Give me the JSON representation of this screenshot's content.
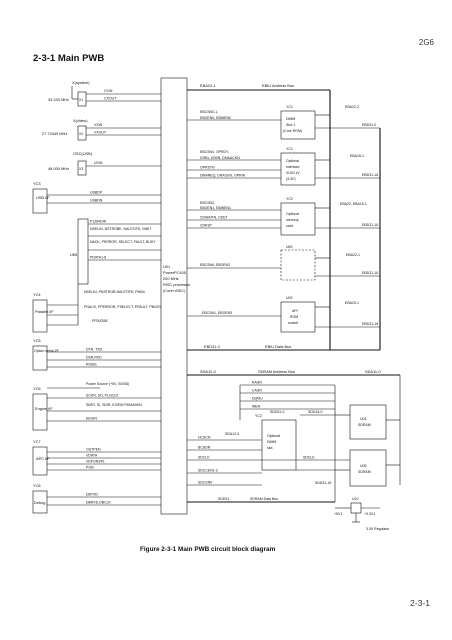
{
  "page": {
    "chapter_ref": "2G6",
    "section_title": "2-3-1 Main PWB",
    "caption": "Figure 2-3-1 Main PWB circuit block diagram",
    "page_number": "2-3-1"
  },
  "diagram": {
    "osc1": {
      "label": "X(system)",
      "freq": "33.333 MHz",
      "part": "X1",
      "pins": [
        "CXIN",
        "CXOUT"
      ]
    },
    "osc2": {
      "label": "X(video)",
      "freq": "27.74449 MHz",
      "part": "X2",
      "pins": [
        "VXIN",
        "VXOUT"
      ]
    },
    "osc3": {
      "label": "OSC(USB)",
      "freq": "48.000 MHz",
      "part": "X3",
      "pins": [
        "UXIN"
      ]
    },
    "usb": {
      "conn": "YC3",
      "label": "USB I/F",
      "sigs": [
        "USBDP",
        "USBDN"
      ]
    },
    "u65": {
      "name": "U65",
      "sigs": [
        "P1284DIR",
        "NSELIN, NSTROBE, NAUTOFD, NINIT",
        "NACK, PERROR, SELECT, FAULT, BUSY",
        "PDATA1-8"
      ]
    },
    "parallel": {
      "conn": "YC4",
      "label": "Parallel I/F",
      "sigs": [
        "NSELIN, PNSTROB NAUTOFD, PNINI",
        "PNACK, PPERROR, PSELECT, PFAULT, PBUSY",
        "PPDATA8"
      ]
    },
    "cpu": {
      "name": "U01",
      "lines": [
        "PowerPC405",
        "200 MHz",
        "RISC processor",
        "(Core+ASIC)"
      ]
    },
    "buses": {
      "ebadr": "EBA22-1",
      "ebiu_addr": "EBIU Address Bus",
      "eba_top": "EBA22-2",
      "ebd_top": "EBD31-0",
      "eba_mid": "EBA15-1",
      "ebd_mid": "EBD31-16",
      "eba_opt": "EBA22, EBA15-1",
      "ebd_opt": "EBD31-16",
      "eba_u63": "EBA22-1",
      "ebd_u63": "EBD31-16",
      "eba_rom": "EBA20-1",
      "ebd_rom": "EBD31-16",
      "ebd_bus": "EBD31-0",
      "ebiu_data": "EBIU Data Bus",
      "sda": "SDA12-0",
      "sdram_addr": "SDRAM Address Bus",
      "sda_r": "SDA11-0",
      "sdd_u04": "SDD15-0",
      "sdd_dimm": "SDD31-0",
      "sdd_u05": "SDD31-16",
      "sdd_cpu": "SDD31",
      "sdram_data": "SDRAM Data Bus",
      "sda12": "SDA12-0"
    },
    "yc1": {
      "name": "YC1",
      "lines": [
        "DIMM",
        "Slot-1",
        "(Core ROM)"
      ]
    },
    "yc1_sigs": [
      "EBCSN0-1,",
      "EBOEN0, EBWEN0"
    ],
    "opt_if": {
      "name": "YC1",
      "lines": [
        "Optional",
        "interface",
        "XUIO-LV",
        "(3.3V)"
      ]
    },
    "opt_if_sigs": [
      "EBCSN4, OPRDY,",
      "IORN, IOWN, DMAACKN",
      "OPRSTN",
      "DMAREQ, DRACKN, OPRIN"
    ],
    "yc2": {
      "name": "YC2",
      "lines": [
        "Optional",
        "memory",
        "card"
      ]
    },
    "yc2_sigs": [
      "EBCSN2,",
      "EBOEN1, EBWEN1",
      "CDWAITN, CDET",
      "CDRST"
    ],
    "u63": {
      "name": "U63"
    },
    "u63_sigs": [
      "EBCSN6, EBOEN2"
    ],
    "rom": {
      "name": "U03",
      "lines": [
        "API",
        "ROM",
        "socket"
      ]
    },
    "rom_sigs": [
      "EBCSN1, EBOEN3"
    ],
    "option_serial": {
      "conn": "YC5",
      "label": "Option serial I/F",
      "sigs": [
        "DTR, TXD",
        "DSR,RXD",
        "RSSEL"
      ]
    },
    "engine": {
      "conn": "YC6",
      "label": "Engine I/F",
      "sigs": [
        "Power Source (+5V, SGND)",
        "SCKN, SO, PLGCLK",
        "SBSY, SI, SDIR, EGIRN PDMASKN",
        "EEGIN"
      ]
    },
    "apc": {
      "conn": "YC7",
      "label": "APC I/F",
      "sigs": [
        "OUTPEN",
        "VDATA",
        "VDFONSPL",
        "PON"
      ]
    },
    "debug": {
      "conn": "YC8",
      "label": "Debug",
      "sigs": [
        "DBTXD",
        "DBRXD,DBCLK"
      ]
    },
    "sdram_ctrl": [
      "RASN",
      "CASN",
      "DQMU",
      "WEN"
    ],
    "dimm2": {
      "name": "YC2",
      "lines": [
        "Optional",
        "DIMM",
        "slot"
      ]
    },
    "dimm2_sigs": [
      "HCSCN",
      "BCSDN",
      "SDCLK",
      "SDCCEN1-2",
      "SDCSN0"
    ],
    "sdclk": "SDCLK",
    "u04": {
      "name": "U04",
      "lines": [
        "SDRAM"
      ]
    },
    "u05": {
      "name": "U05",
      "lines": [
        "SDRAM"
      ]
    },
    "reg": {
      "name": "U10",
      "vin": "+5V1",
      "vout": "+3.3V1",
      "label": "3.3V Regulator"
    }
  }
}
